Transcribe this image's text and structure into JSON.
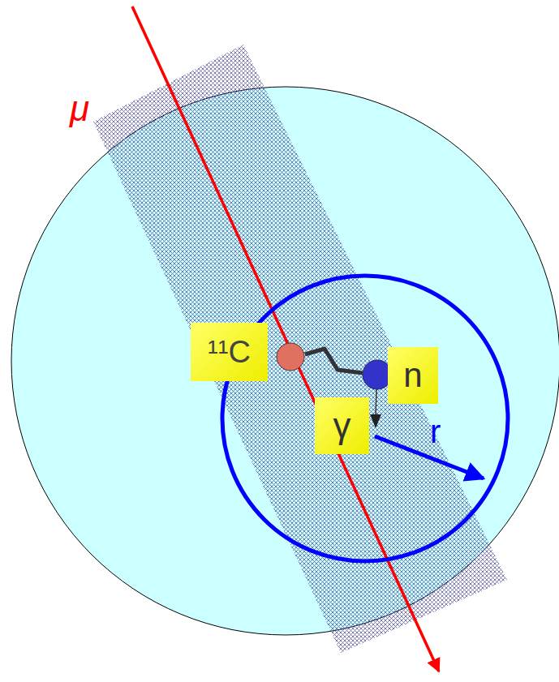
{
  "diagram": {
    "nodes": [
      {
        "text": [
          "¹¹C"
        ]
      },
      {
        "text": [
          "n"
        ]
      },
      {
        "text": [
          "γ"
        ]
      }
    ],
    "labels": [
      "μ",
      "r"
    ]
  }
}
